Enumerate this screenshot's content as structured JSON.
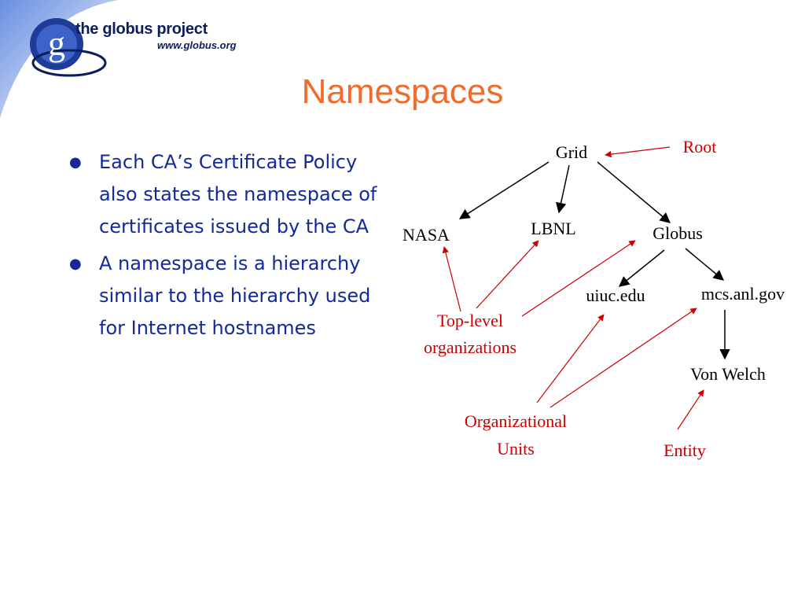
{
  "header": {
    "brand_name": "the globus project",
    "brand_url": "www.globus.org",
    "logo_letter": "g"
  },
  "title": "Namespaces",
  "bullets": [
    {
      "text": "Each CA’s Certificate Policy also states the namespace of certificates issued by the CA"
    },
    {
      "text": "A namespace is a hierarchy similar to the hierarchy used for Internet hostnames"
    }
  ],
  "diagram": {
    "nodes": {
      "grid": "Grid",
      "nasa": "NASA",
      "lbnl": "LBNL",
      "globus": "Globus",
      "uiuc": "uiuc.edu",
      "mcs": "mcs.anl.gov",
      "vonwelch": "Von Welch"
    },
    "labels": {
      "root": "Root",
      "toplevel_1": "Top-level",
      "toplevel_2": "organizations",
      "orgunits_1": "Organizational",
      "orgunits_2": "Units",
      "entity": "Entity"
    }
  },
  "colors": {
    "title": "#f26b2d",
    "bullet_text": "#13299b",
    "annotation": "#cc0000",
    "logo": "#0b1e5c"
  }
}
